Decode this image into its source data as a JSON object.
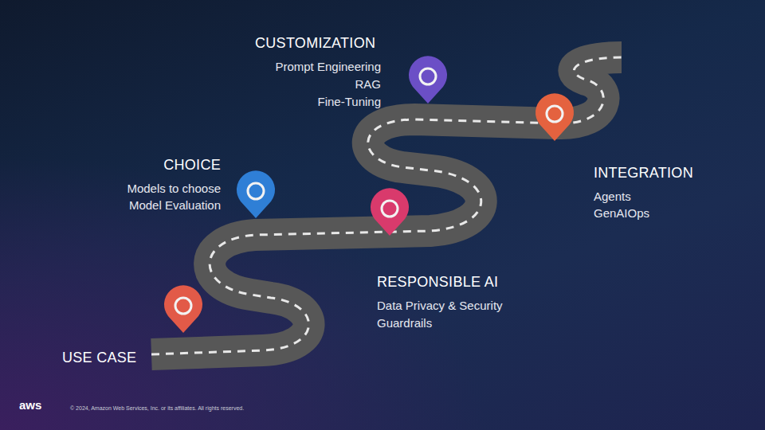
{
  "diagram": {
    "labels": [
      "CUSTOMIZATION",
      "Prompt Engineering",
      "RAG",
      "Fine-Tuning",
      "CHOICE",
      "Models to choose",
      "Model Evaluation",
      "INTEGRATION",
      "Agents",
      "GenAIOps",
      "RESPONSIBLE AI",
      "Data Privacy & Security",
      "Guardrails",
      "USE CASE",
      "aws",
      "© 2024, Amazon Web Services, Inc. or its affiliates. All rights reserved."
    ]
  }
}
